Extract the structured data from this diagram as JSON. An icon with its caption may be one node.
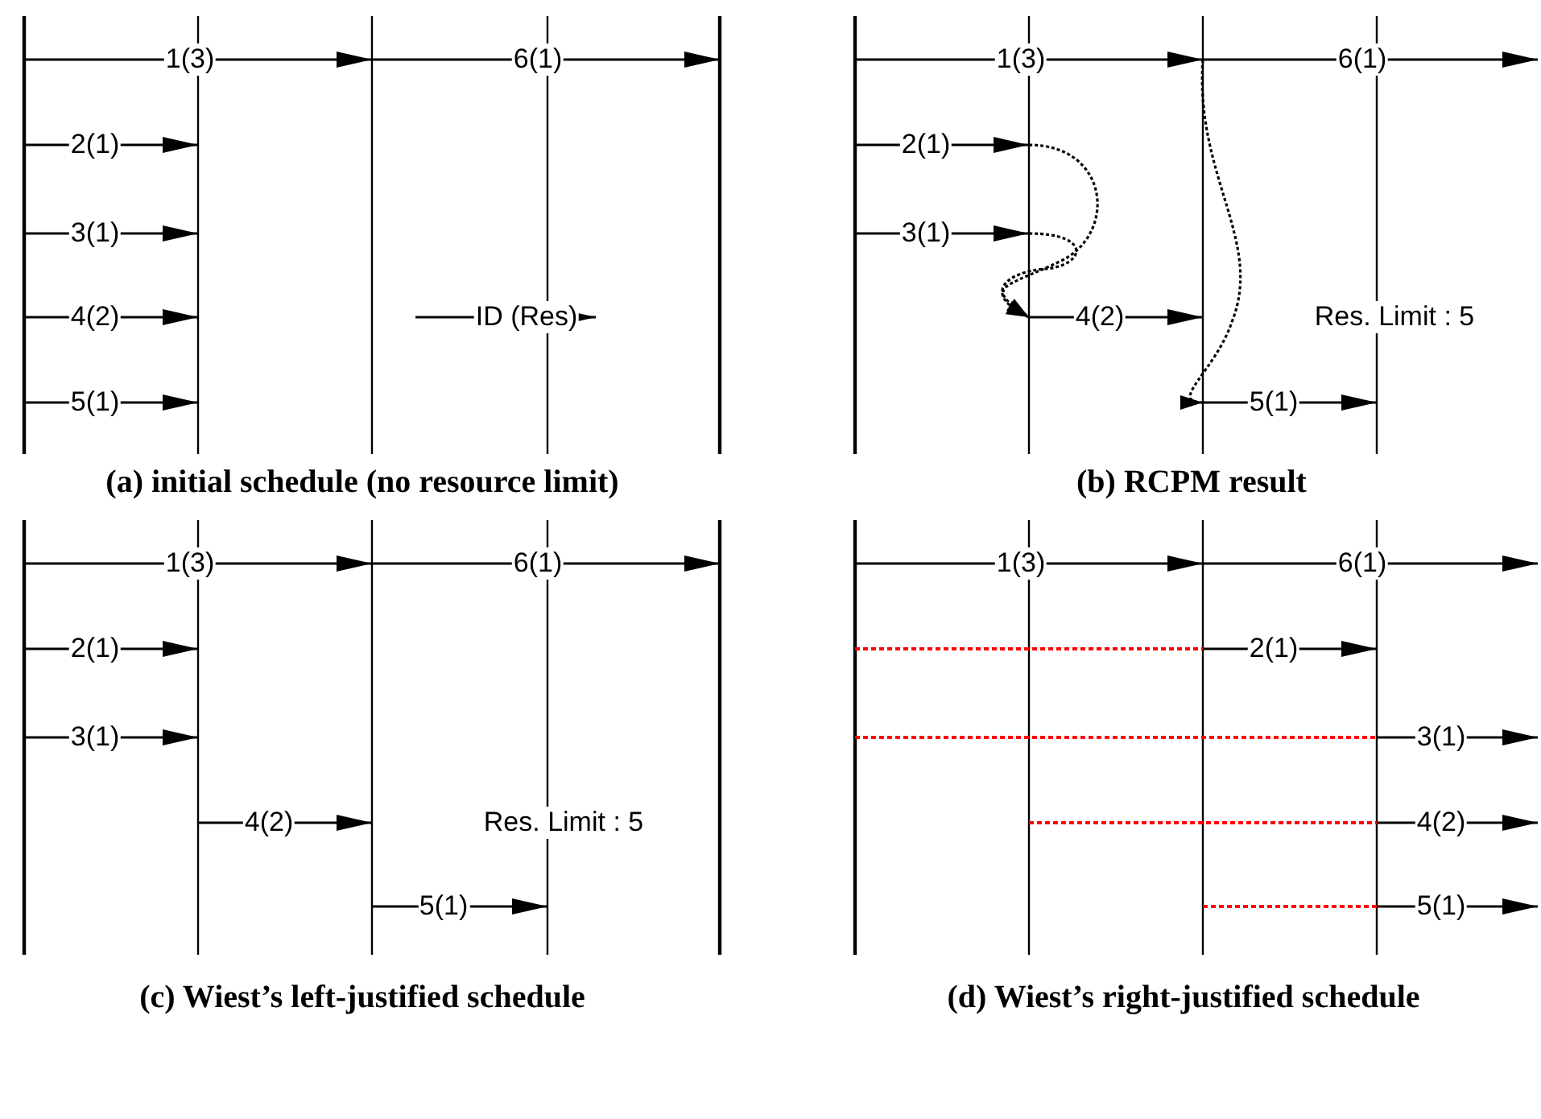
{
  "diagram": {
    "nodes": [
      {
        "text": [
          "1(3)"
        ]
      },
      {
        "text": [
          "6(1)"
        ]
      },
      {
        "text": [
          "2(1)"
        ]
      },
      {
        "text": [
          "3(1)"
        ]
      },
      {
        "text": [
          "4(2)"
        ]
      },
      {
        "text": [
          "5(1)"
        ]
      },
      {
        "text": [
          "1(3)"
        ]
      },
      {
        "text": [
          "6(1)"
        ]
      },
      {
        "text": [
          "2(1)"
        ]
      },
      {
        "text": [
          "3(1)"
        ]
      },
      {
        "text": [
          "4(2)"
        ]
      },
      {
        "text": [
          "5(1)"
        ]
      },
      {
        "text": [
          "1(3)"
        ]
      },
      {
        "text": [
          "6(1)"
        ]
      },
      {
        "text": [
          "2(1)"
        ]
      },
      {
        "text": [
          "3(1)"
        ]
      },
      {
        "text": [
          "4(2)"
        ]
      },
      {
        "text": [
          "5(1)"
        ]
      },
      {
        "text": [
          "1(3)"
        ]
      },
      {
        "text": [
          "6(1)"
        ]
      },
      {
        "text": [
          "2(1)"
        ]
      },
      {
        "text": [
          "3(1)"
        ]
      },
      {
        "text": [
          "4(2)"
        ]
      },
      {
        "text": [
          "5(1)"
        ]
      }
    ],
    "edges": [
      {
        "from": 8,
        "to": 10,
        "arrow": "to",
        "style": "dashed"
      },
      {
        "from": 9,
        "to": 10,
        "arrow": "to",
        "style": "dashed"
      },
      {
        "from": 6,
        "to": 11,
        "arrow": "to",
        "style": "dashed"
      }
    ],
    "labels": [
      "Res. Limit : 5",
      "(a) initial schedule (no resource limit)",
      "(b) RCPM result",
      "Res. Limit : 5",
      "(c) Wiest’s left-justified schedule",
      "(d) Wiest’s right-justified schedule"
    ],
    "legend": [
      {
        "text": "ID (Res)"
      }
    ]
  }
}
